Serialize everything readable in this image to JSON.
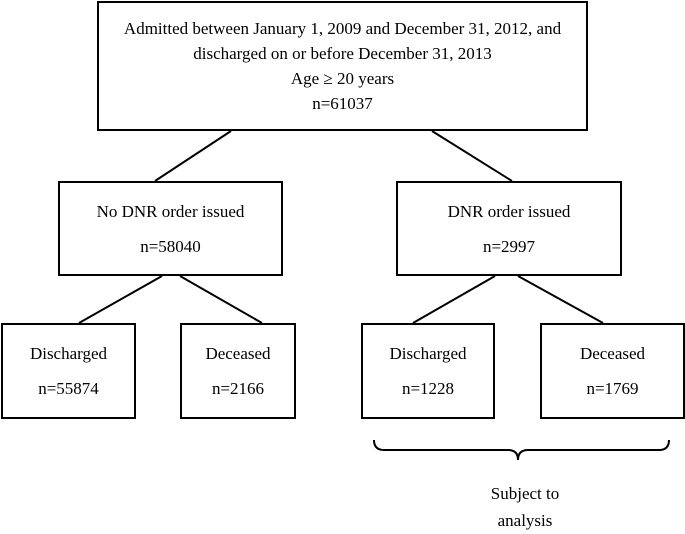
{
  "diagram": {
    "top": {
      "line1": "Admitted between January 1, 2009 and December 31, 2012, and",
      "line2": "discharged on or before December 31, 2013",
      "line3": "Age ≥ 20 years",
      "count": "n=61037"
    },
    "no_dnr": {
      "label": "No DNR order issued",
      "count": "n=58040"
    },
    "dnr": {
      "label": "DNR order issued",
      "count": "n=2997"
    },
    "no_dnr_discharged": {
      "label": "Discharged",
      "count": "n=55874"
    },
    "no_dnr_deceased": {
      "label": "Deceased",
      "count": "n=2166"
    },
    "dnr_discharged": {
      "label": "Discharged",
      "count": "n=1228"
    },
    "dnr_deceased": {
      "label": "Deceased",
      "count": "n=1769"
    },
    "analysis_note": {
      "line1": "Subject to",
      "line2": "analysis"
    }
  }
}
